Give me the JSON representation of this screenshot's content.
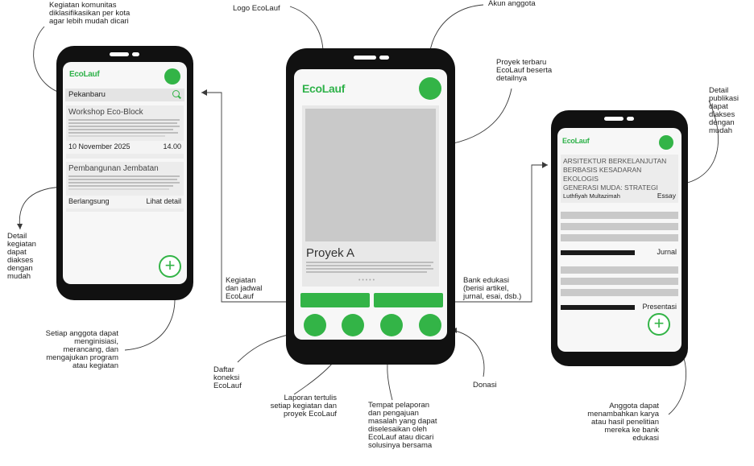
{
  "annotations": {
    "kegiatan_komunitas": "Kegiatan komunitas\ndiklasifikasikan per kota\nagar lebih mudah dicari",
    "logo": "Logo EcoLauf",
    "akun": "Akun anggota",
    "proyek_terbaru": "Proyek terbaru\nEcoLauf beserta\ndetailnya",
    "detail_publikasi": "Detail\npublikasi\ndapat\ndiakses\ndengan\nmudah",
    "detail_kegiatan": "Detail\nkegiatan\ndapat\ndiakses\ndengan\nmudah",
    "kegiatan_jadwal": "Kegiatan\ndan jadwal\nEcoLauf",
    "bank_edukasi": "Bank edukasi\n(berisi artikel,\njurnal, esai, dsb.)",
    "setiap_anggota": "Setiap anggota dapat\nmenginisiasi,\nmerancang, dan\nmengajukan program\natau kegiatan",
    "daftar_koneksi": "Daftar\nkoneksi\nEcoLauf",
    "laporan": "Laporan tertulis\nsetiap kegiatan dan\nproyek EcoLauf",
    "tempat_pelaporan": "Tempat pelaporan\ndan pengajuan\nmasalah yang dapat\ndiselesaikan oleh\nEcoLauf atau dicari\nsolusinya bersama",
    "donasi": "Donasi",
    "anggota_karya": "Anggota dapat\nmenambahkan karya\natau hasil penelitian\nmereka ke bank\nedukasi"
  },
  "left_phone": {
    "logo": "EcoLauf",
    "city": "Pekanbaru",
    "card1": {
      "title": "Workshop Eco-Block",
      "date": "10 November 2025",
      "time": "14.00"
    },
    "card2": {
      "title": "Pembangunan Jembatan",
      "status": "Berlangsung",
      "link": "Lihat detail"
    },
    "plus": "+"
  },
  "center_phone": {
    "logo": "EcoLauf",
    "project_title": "Proyek A",
    "dots": "• • • • •"
  },
  "right_phone": {
    "logo": "EcoLauf",
    "pub_title": "ARSITEKTUR BERKELANJUTAN\nBERBASIS KESADARAN EKOLOGIS\nGENERASI MUDA: STRATEGI",
    "author": "Luthfiyah Multazimah",
    "type": "Essay",
    "label_jurnal": "Jurnal",
    "label_presentasi": "Presentasi",
    "plus": "+"
  },
  "colors": {
    "accent": "#33b447",
    "phone": "#111111",
    "placeholder": "#c9c9c9"
  }
}
